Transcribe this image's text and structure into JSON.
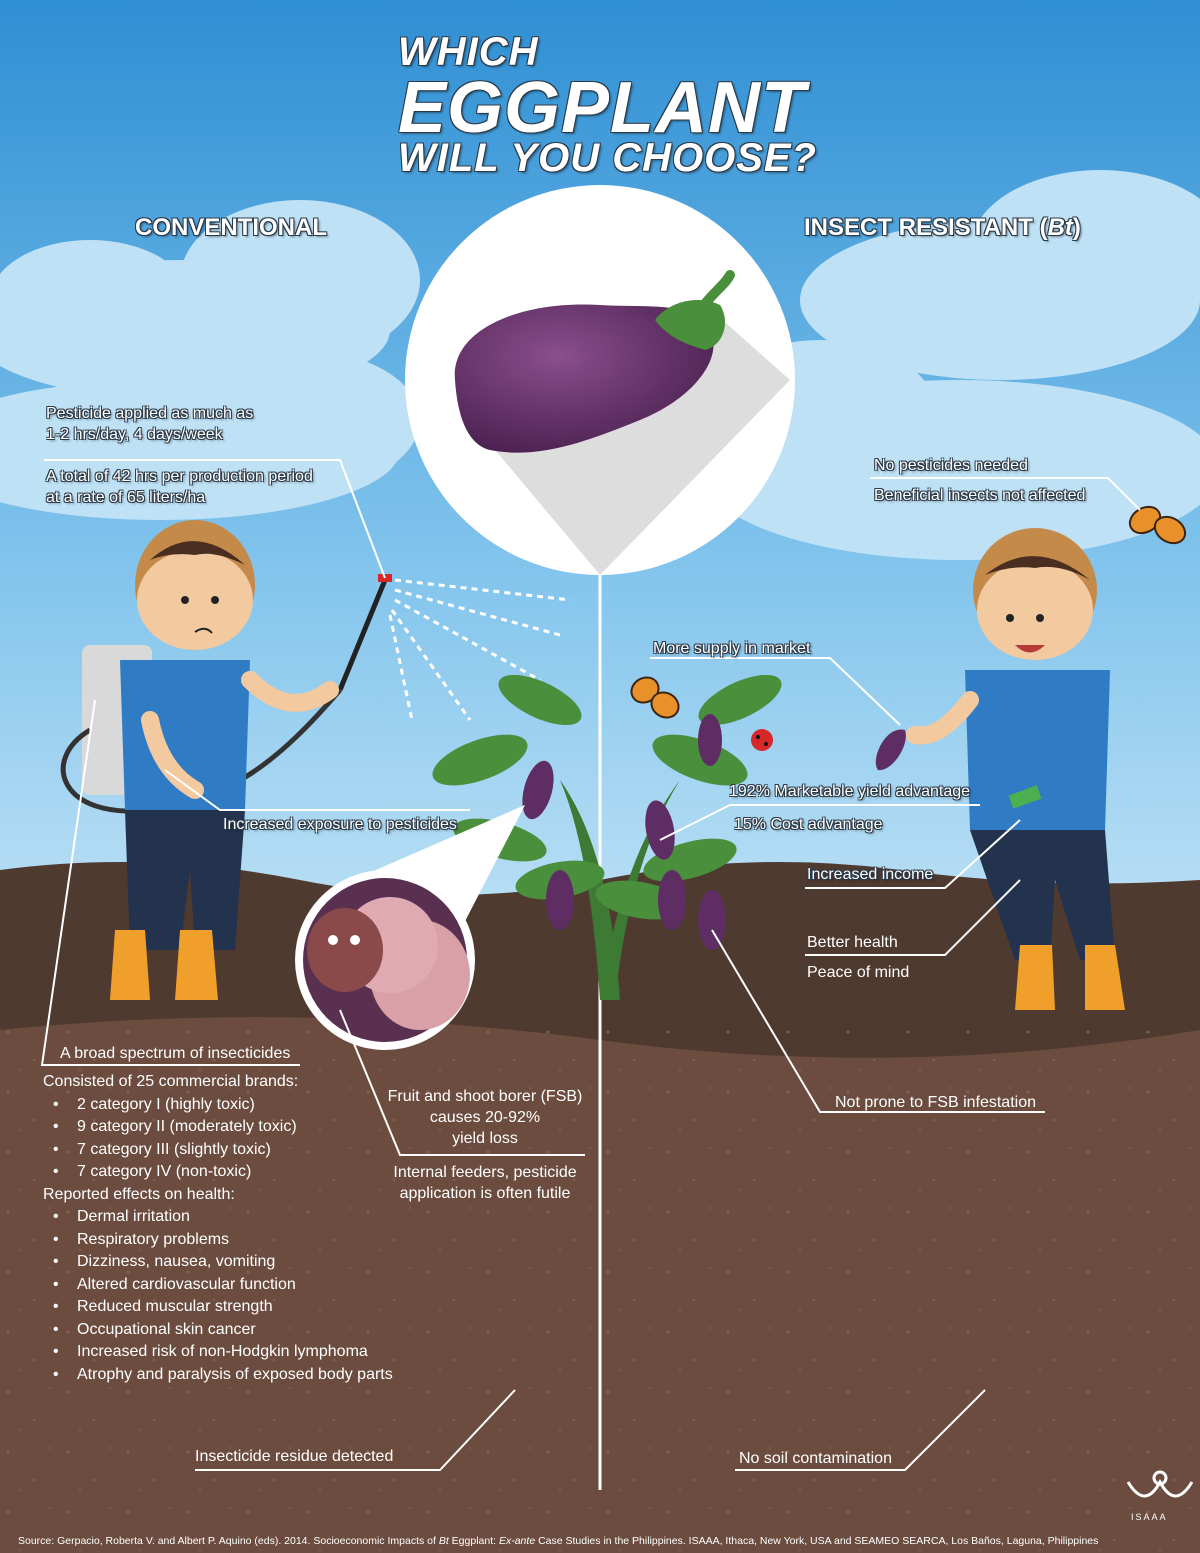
{
  "title": {
    "line1": "WHICH",
    "line2": "EGGPLANT",
    "line3": "WILL YOU CHOOSE?"
  },
  "left": {
    "heading": "CONVENTIONAL",
    "pesticide_line1": "Pesticide applied as much as",
    "pesticide_line2": "1-2 hrs/day, 4 days/week",
    "total_line1": "A total of 42 hrs per production period",
    "total_line2": "at a rate of 65 liters/ha",
    "exposure": "Increased exposure to pesticides",
    "broad_spectrum": "A broad spectrum of insecticides",
    "brands_title": "Consisted of 25 commercial brands:",
    "brands": [
      "2 category I (highly toxic)",
      "9 category II (moderately toxic)",
      "7 category III (slightly toxic)",
      "7 category IV (non-toxic)"
    ],
    "effects_title": "Reported effects on health:",
    "effects": [
      "Dermal irritation",
      "Respiratory problems",
      "Dizziness, nausea, vomiting",
      "Altered cardiovascular function",
      "Reduced muscular strength",
      "Occupational skin cancer",
      "Increased risk of non-Hodgkin lymphoma",
      "Atrophy and paralysis of exposed body parts"
    ],
    "fsb_line1": "Fruit and shoot borer (FSB)",
    "fsb_line2": "causes 20-92%",
    "fsb_line3": "yield loss",
    "feeders_line1": "Internal feeders, pesticide",
    "feeders_line2": "application is often futile",
    "residue": "Insecticide residue detected"
  },
  "right": {
    "heading_prefix": "INSECT RESISTANT (",
    "heading_italic": "Bt",
    "heading_suffix": ")",
    "no_pesticides": "No pesticides needed",
    "beneficial": "Beneficial insects not affected",
    "supply": "More supply in market",
    "yield_adv": "192% Marketable yield advantage",
    "cost_adv": "15% Cost advantage",
    "income": "Increased income",
    "health": "Better health",
    "peace": "Peace of mind",
    "not_prone": "Not prone to FSB infestation",
    "no_soil": "No soil contamination"
  },
  "source": {
    "prefix": "Source: Gerpacio, Roberta V. and Albert P. Aquino (eds). 2014. Socioeconomic Impacts of ",
    "bt": "Bt",
    "mid": " Eggplant: ",
    "exante": "Ex-ante",
    "suffix": " Case Studies in the Philippines. ISAAA, Ithaca, New York, USA and SEAMEO SEARCA, Los Baños, Laguna, Philippines"
  },
  "logo_text": "ISAAA",
  "colors": {
    "sky_top": "#2f8fd3",
    "sky_bottom": "#a9d8f2",
    "soil_dark": "#4f3a30",
    "soil_light": "#6b4c3f",
    "eggplant": "#5e2d63",
    "leaf": "#4a8f3c",
    "shirt": "#2f7cc4",
    "pants": "#23324d",
    "boot": "#f0a02a"
  }
}
